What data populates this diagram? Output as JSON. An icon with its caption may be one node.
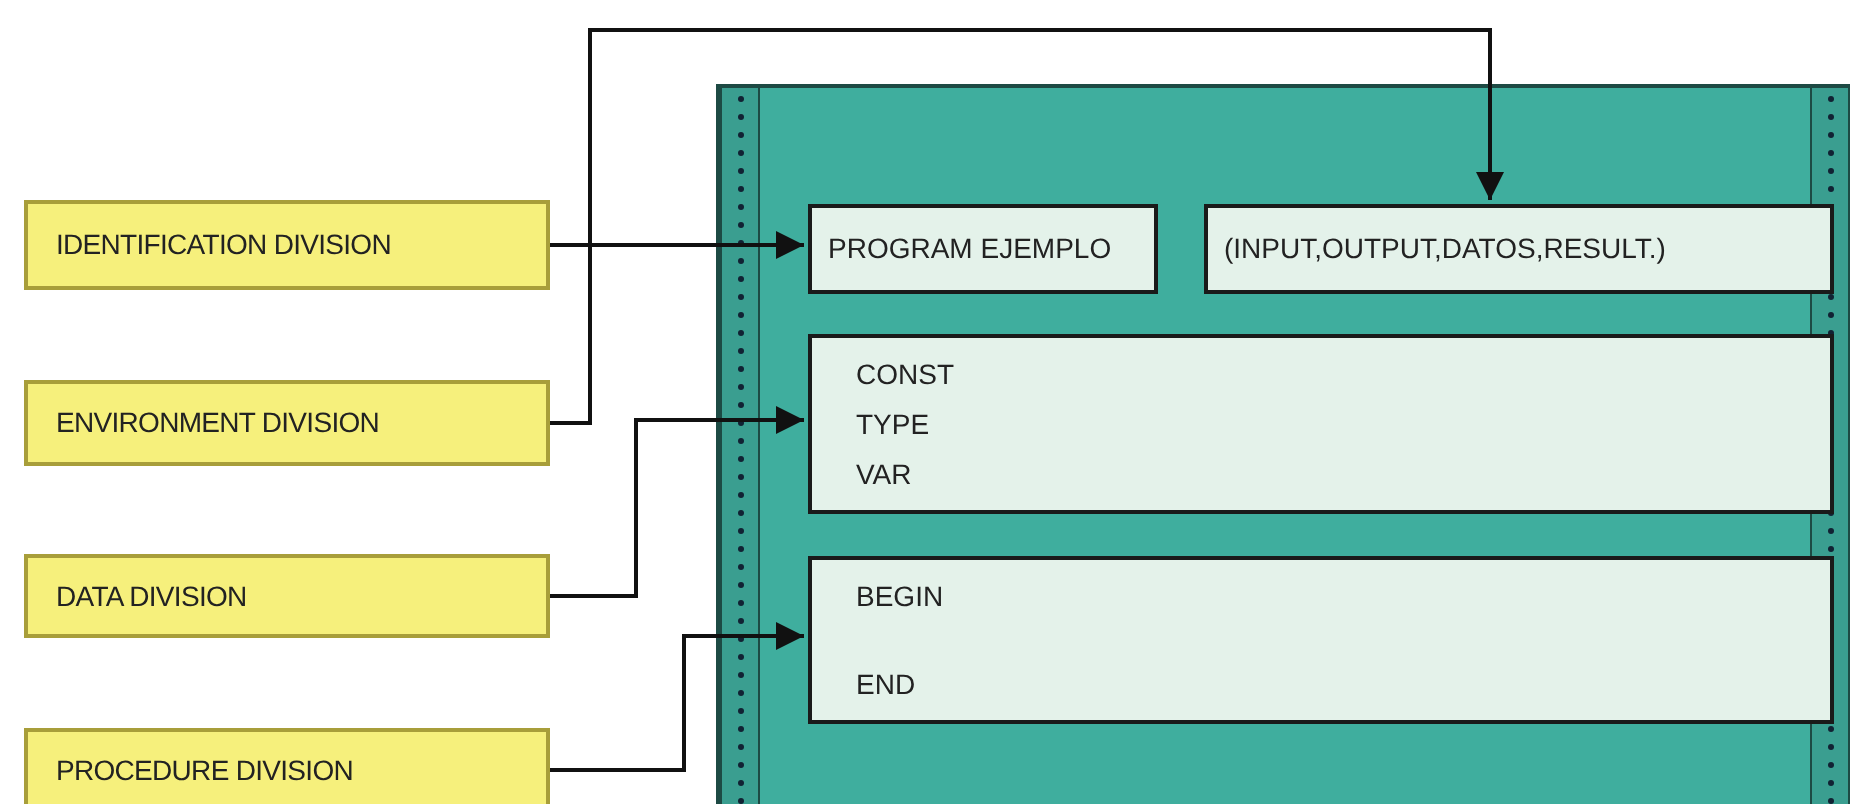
{
  "diagram": {
    "nodes": [
      {
        "text": [
          "IDENTIFICATION DIVISION"
        ]
      },
      {
        "text": [
          "ENVIRONMENT DIVISION"
        ]
      },
      {
        "text": [
          "DATA DIVISION"
        ]
      },
      {
        "text": [
          "PROCEDURE DIVISION"
        ]
      },
      {
        "text": [],
        "shape": "box"
      },
      {
        "text": [
          "PROGRAM EJEMPLO"
        ],
        "in": 4
      },
      {
        "text": [
          "(INPUT,OUTPUT,DATOS,RESULT.)"
        ],
        "in": 4
      },
      {
        "text": [
          "CONST",
          "TYPE",
          "VAR"
        ],
        "in": 4
      },
      {
        "text": [
          "BEGIN",
          "END"
        ],
        "in": 4
      }
    ],
    "edges": [
      {
        "from": 0,
        "to": 5,
        "arrow": "to"
      },
      {
        "from": 1,
        "to": 6,
        "arrow": "to"
      },
      {
        "from": 2,
        "to": 7,
        "arrow": "to"
      },
      {
        "from": 3,
        "to": 8,
        "arrow": "to"
      }
    ]
  }
}
